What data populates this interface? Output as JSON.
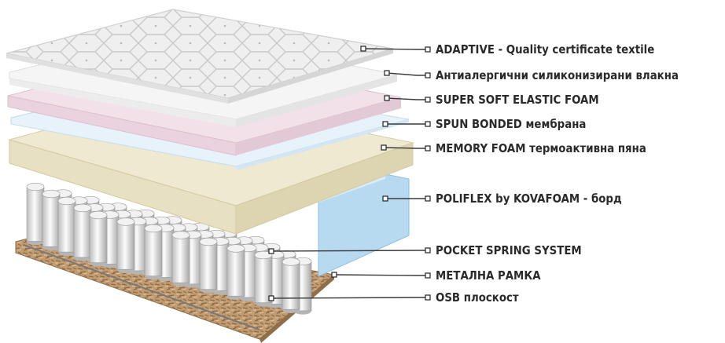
{
  "diagram": {
    "layers": [
      {
        "label": "ADAPTIVE - Quality certificate textile"
      },
      {
        "label": "Антиалергични силиконизирани влакна"
      },
      {
        "label": "SUPER SOFT ELASTIC FOAM"
      },
      {
        "label": "SPUN BONDED мембрана"
      },
      {
        "label": "MEMORY FOAM термоактивна пяна"
      },
      {
        "label": "POLIFLEX by KOVAFOAM - борд"
      },
      {
        "label": "POCKET SPRING SYSTEM"
      },
      {
        "label": "МЕТАЛНА РАМКА"
      },
      {
        "label": "OSB плоскост"
      }
    ]
  },
  "colors": {
    "textile": "#eeeeee",
    "fiber": "#f4f4f4",
    "soft_foam": "#f2dfe8",
    "spun_bonded": "#e6f1f9",
    "memory_foam": "#ece7cf",
    "poliflex": "#a9d2ec",
    "springs": "#e8e8e8",
    "osb": "#b8926a",
    "line": "#3a3a3a"
  }
}
